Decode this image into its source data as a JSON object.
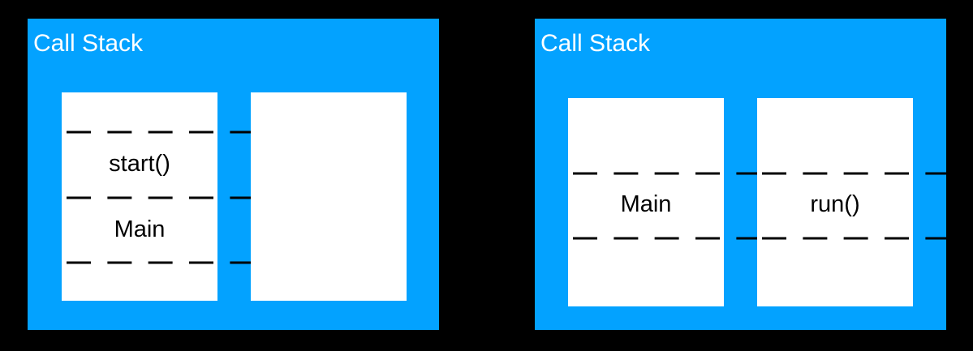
{
  "panels": [
    {
      "title": "Call Stack",
      "stacks": [
        {
          "frames": [
            "start()",
            "Main"
          ],
          "separator": "— — — — —"
        },
        {
          "frames": [],
          "separator": ""
        }
      ]
    },
    {
      "title": "Call Stack",
      "stacks": [
        {
          "frames": [
            "Main"
          ],
          "separator": "— — — — —"
        },
        {
          "frames": [
            "run()"
          ],
          "separator": "— — — — —"
        }
      ]
    }
  ],
  "colors": {
    "background": "#000000",
    "panel": "#03A2FF",
    "stack": "#FFFFFF",
    "text_on_panel": "#FFFFFF",
    "text_on_stack": "#000000"
  }
}
